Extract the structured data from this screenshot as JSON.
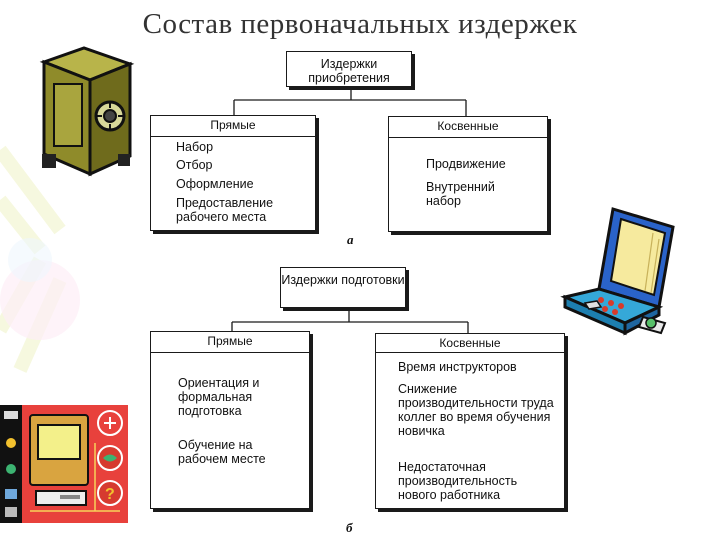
{
  "title": "Состав первоначальных издержек",
  "diagram_a": {
    "root": "Издержки приобретения",
    "direct": {
      "label": "Прямые",
      "items": [
        "Набор",
        "Отбор",
        "Оформление",
        "Предоставление рабочего места"
      ]
    },
    "indirect": {
      "label": "Косвенные",
      "items": [
        "Продвижение",
        "Внутренний набор"
      ]
    },
    "caption": "а"
  },
  "diagram_b": {
    "root": "Издержки подготовки",
    "direct": {
      "label": "Прямые",
      "items": [
        "Ориентация и формальная подготовка",
        "Обучение на рабочем месте"
      ]
    },
    "indirect": {
      "label": "Косвенные",
      "items": [
        "Время инструкторов",
        "Снижение производительности труда коллег во время обучения новичка",
        "Недостаточная производительность нового работника"
      ]
    },
    "caption": "б"
  },
  "icons": [
    "safe-icon",
    "laptop-icon",
    "computer-toolbar-icon"
  ]
}
